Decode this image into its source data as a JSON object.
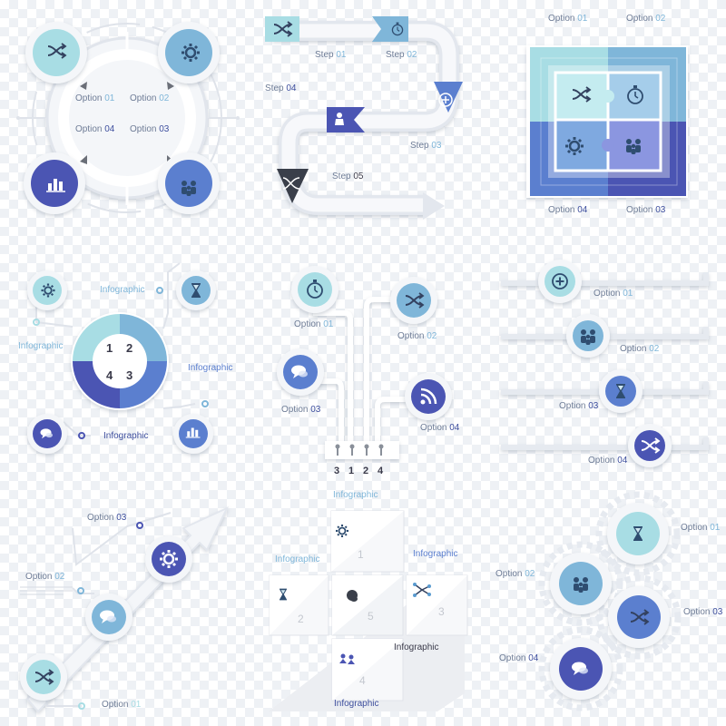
{
  "option_word": "Option",
  "step_word": "Step",
  "infographic_label": "Infographic",
  "palette": {
    "light": "#a8dde4",
    "mid": "#7fb6d9",
    "dark": "#4b55b3",
    "navy": "#3e4f9e",
    "ring": "#e6eaf0"
  },
  "wheel": {
    "options": [
      {
        "w": "Option",
        "n": "01"
      },
      {
        "w": "Option",
        "n": "02"
      },
      {
        "w": "Option",
        "n": "03"
      },
      {
        "w": "Option",
        "n": "04"
      }
    ]
  },
  "path": {
    "steps": [
      {
        "w": "Step",
        "n": "01"
      },
      {
        "w": "Step",
        "n": "02"
      },
      {
        "w": "Step",
        "n": "03"
      },
      {
        "w": "Step",
        "n": "04"
      },
      {
        "w": "Step",
        "n": "05"
      }
    ]
  },
  "puzzle": {
    "options": [
      {
        "w": "Option",
        "n": "01"
      },
      {
        "w": "Option",
        "n": "02"
      },
      {
        "w": "Option",
        "n": "03"
      },
      {
        "w": "Option",
        "n": "04"
      }
    ]
  },
  "donut": {
    "numbers": [
      "1",
      "2",
      "3",
      "4"
    ],
    "labels": [
      "Infographic",
      "Infographic",
      "Infographic",
      "Infographic"
    ]
  },
  "cables": {
    "options": [
      {
        "w": "Option",
        "n": "01"
      },
      {
        "w": "Option",
        "n": "02"
      },
      {
        "w": "Option",
        "n": "03"
      },
      {
        "w": "Option",
        "n": "04"
      }
    ],
    "plug_numbers": [
      "3",
      "1",
      "2",
      "4"
    ]
  },
  "sliders": {
    "options": [
      {
        "w": "Option",
        "n": "01"
      },
      {
        "w": "Option",
        "n": "02"
      },
      {
        "w": "Option",
        "n": "03"
      },
      {
        "w": "Option",
        "n": "04"
      }
    ]
  },
  "arrow": {
    "options": [
      {
        "w": "Option",
        "n": "01"
      },
      {
        "w": "Option",
        "n": "02"
      },
      {
        "w": "Option",
        "n": "03"
      }
    ]
  },
  "folds": {
    "numbers": [
      "1",
      "2",
      "3",
      "4",
      "5"
    ],
    "labels": [
      "Infographic",
      "Infographic",
      "Infographic",
      "Infographic",
      "Infographic"
    ]
  },
  "gears": {
    "options": [
      {
        "w": "Option",
        "n": "01"
      },
      {
        "w": "Option",
        "n": "02"
      },
      {
        "w": "Option",
        "n": "03"
      },
      {
        "w": "Option",
        "n": "04"
      }
    ]
  },
  "icons": [
    "shuffle-icon",
    "gear-icon",
    "bar-chart-icon",
    "people-icon",
    "stopwatch-icon",
    "plus-icon",
    "person-icon",
    "hourglass-icon",
    "chat-icon",
    "rss-icon",
    "molecule-icon"
  ]
}
